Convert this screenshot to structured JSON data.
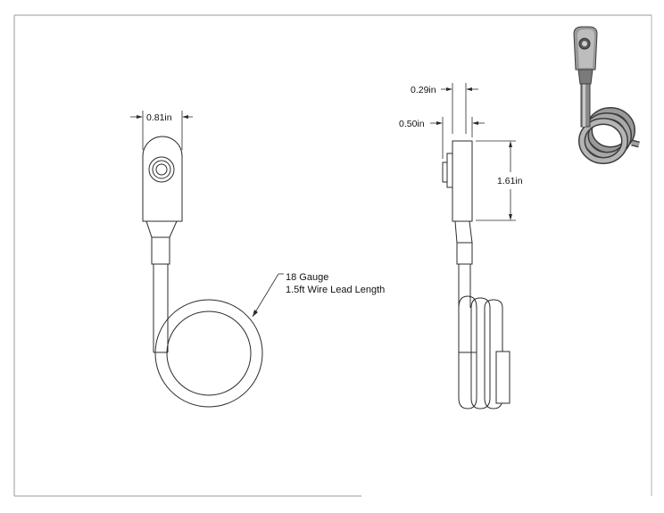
{
  "dimensions": {
    "terminal_width": "0.81in",
    "side_thickness_top": "0.29in",
    "side_thickness_bottom": "0.50in",
    "terminal_height": "1.61in"
  },
  "note": {
    "line1": "18 Gauge",
    "line2": "1.5ft Wire Lead Length"
  },
  "colors": {
    "line": "#2b2b2b",
    "iso_dark": "#3c3c3c",
    "iso_mid": "#8a8a8a",
    "iso_light": "#c9c9c9"
  }
}
